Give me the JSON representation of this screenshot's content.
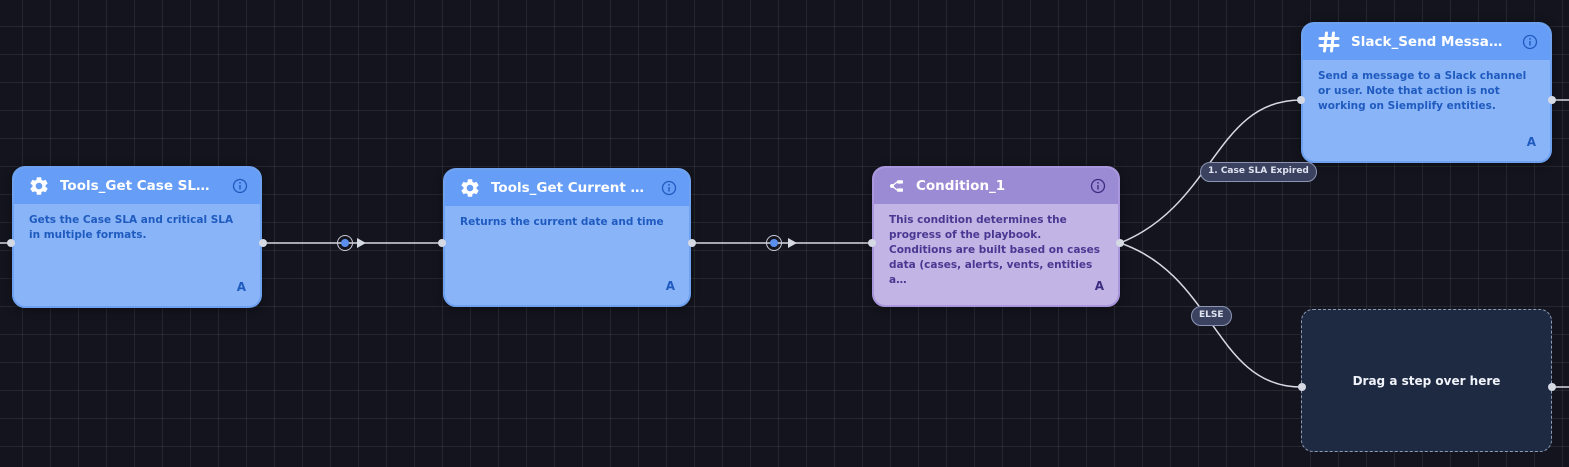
{
  "nodes": {
    "n1": {
      "title": "Tools_Get Case SL…",
      "description": "Gets the Case SLA and critical SLA in multiple formats.",
      "badge": "A",
      "icon": "gear-icon"
    },
    "n2": {
      "title": "Tools_Get Current …",
      "description": "Returns the current date and time",
      "badge": "A",
      "icon": "gear-icon"
    },
    "n3": {
      "title": "Condition_1",
      "description": "This condition determines the progress of the playbook. Conditions are built based on cases data (cases, alerts, vents, entities a…",
      "badge": "A",
      "icon": "condition-branch-icon"
    },
    "n4": {
      "title": "Slack_Send Messa…",
      "description": "Send a message to a Slack channel or user. Note that action is not working on Siemplify entities.",
      "badge": "A",
      "icon": "slack-hash-icon"
    }
  },
  "placeholder": {
    "text": "Drag a step over here"
  },
  "branches": {
    "first": "1. Case SLA Expired",
    "else": "ELSE"
  },
  "colors": {
    "canvas": "#14141e",
    "action_body": "#8ab4f8",
    "action_header": "#669df6",
    "condition_body": "#c2b4e4",
    "condition_header": "#9b8ad4",
    "placeholder_fill": "#1e2a42",
    "connector": "#d5d9e4",
    "add_step_dot": "#5b8fee"
  }
}
